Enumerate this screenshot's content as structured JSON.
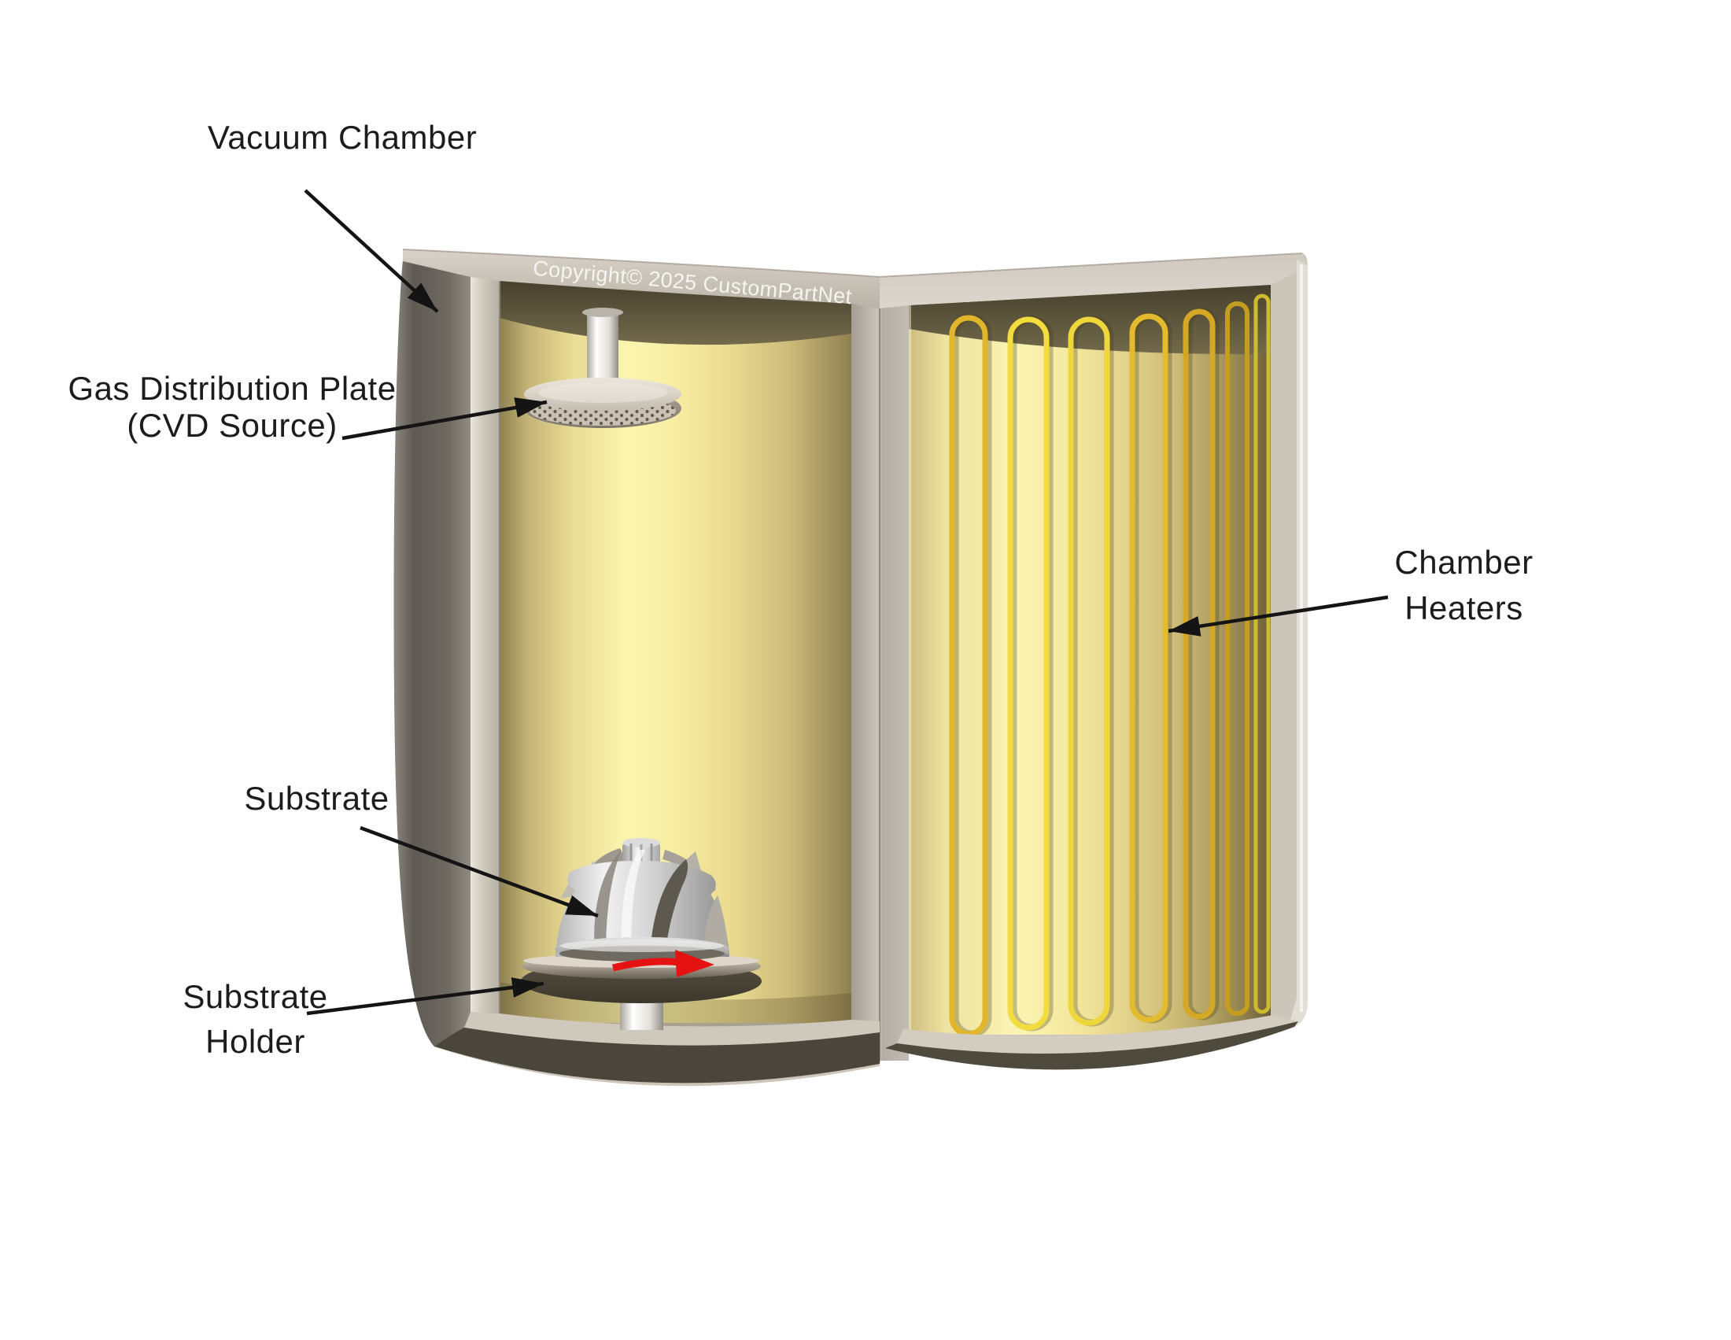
{
  "copyright": "Copyright© 2025 CustomPartNet",
  "labels": {
    "vacuum_chamber": "Vacuum Chamber",
    "gas_plate_line1": "Gas Distribution Plate",
    "gas_plate_line2": "(CVD Source)",
    "substrate": "Substrate",
    "holder_line1": "Substrate",
    "holder_line2": "Holder",
    "heaters_line1": "Chamber",
    "heaters_line2": "Heaters"
  },
  "colors": {
    "background": "#ffffff",
    "chamber_frame": "#cbc4b9",
    "outer_wall": "#66625b",
    "interior_yellow": "#f6eca2",
    "ceiling_shadow": "#554e3a",
    "heater_gold": "#e9bf2e",
    "showerhead_silver": "#d8d2c6",
    "holder_dark": "#474132",
    "rotation_arrow_red": "#e51212",
    "label_text": "#1c1c1c",
    "leader_arrow": "#141414"
  }
}
